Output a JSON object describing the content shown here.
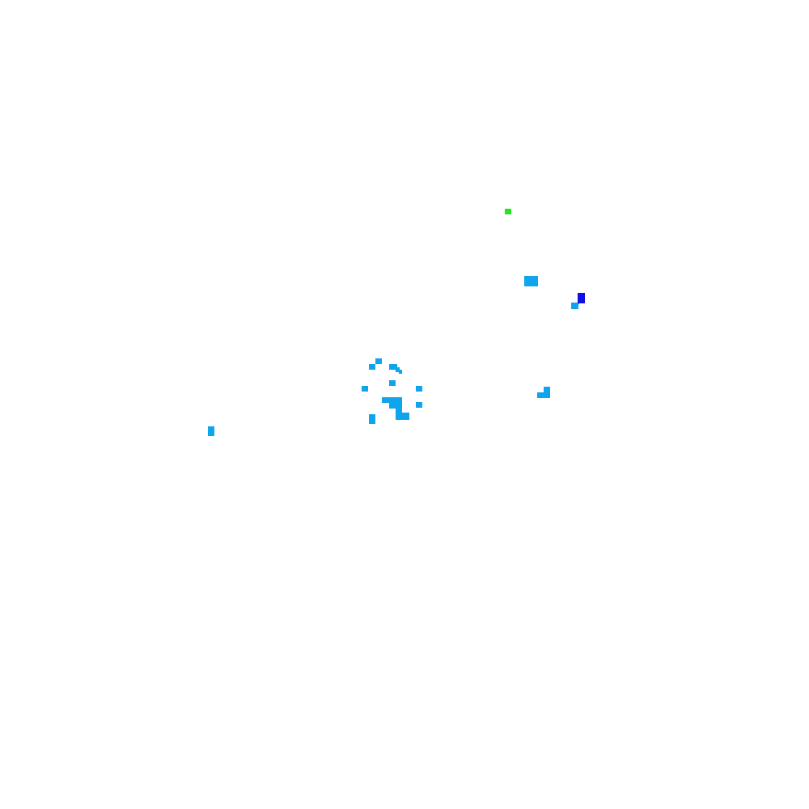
{
  "colors": {
    "background": "#ffffff",
    "light_blue": "#0ea5ec",
    "mid_blue": "#1a90f0",
    "dark_blue": "#1010e6",
    "green": "#22e61e"
  },
  "marks": [
    {
      "color": "light_blue"
    },
    {
      "color": "light_blue"
    },
    {
      "color": "light_blue"
    },
    {
      "color": "light_blue"
    },
    {
      "color": "light_blue"
    },
    {
      "color": "light_blue"
    },
    {
      "color": "light_blue"
    },
    {
      "color": "light_blue"
    },
    {
      "color": "light_blue"
    },
    {
      "color": "light_blue"
    },
    {
      "color": "light_blue"
    },
    {
      "color": "light_blue"
    },
    {
      "color": "light_blue"
    },
    {
      "color": "light_blue"
    },
    {
      "color": "light_blue"
    },
    {
      "color": "light_blue"
    },
    {
      "color": "light_blue"
    },
    {
      "color": "light_blue"
    },
    {
      "color": "light_blue"
    },
    {
      "color": "light_blue"
    },
    {
      "color": "mid_blue"
    },
    {
      "color": "dark_blue"
    },
    {
      "color": "green"
    }
  ]
}
